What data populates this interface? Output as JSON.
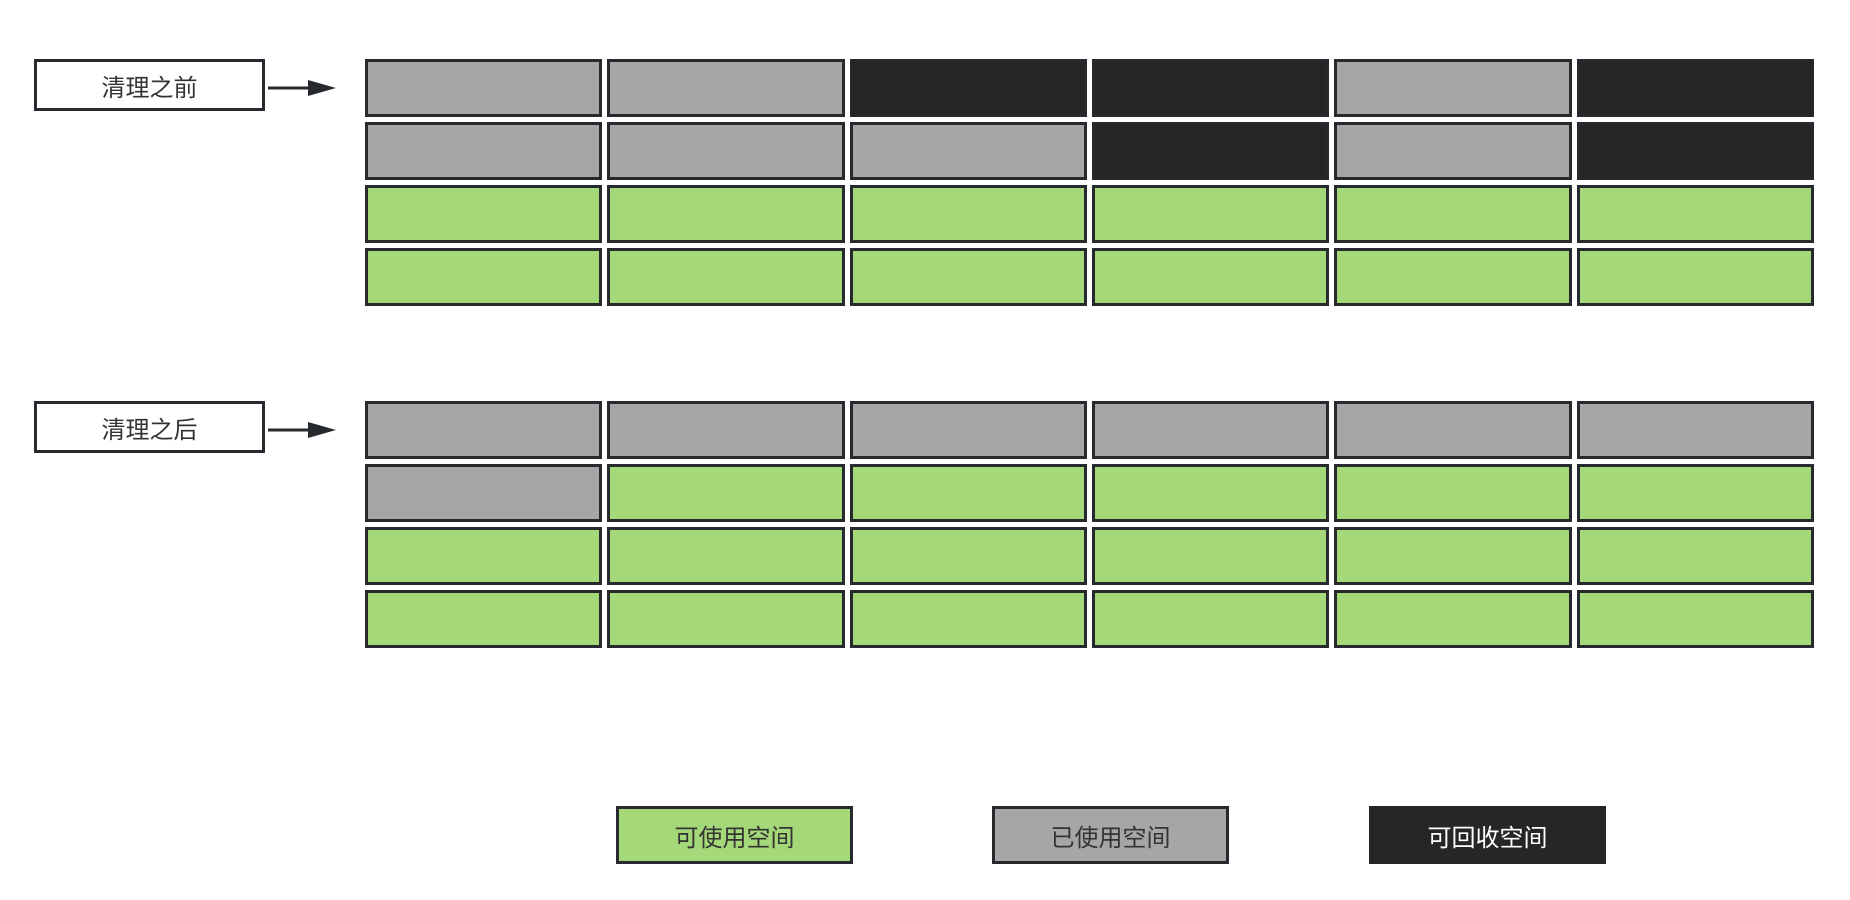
{
  "colors": {
    "free": "#a5d878",
    "used": "#a6a6a6",
    "reclaimable": "#262626",
    "border": "#262a2e"
  },
  "before": {
    "label": "清理之前",
    "rows": [
      [
        "used",
        "used",
        "reclaimable",
        "reclaimable",
        "used",
        "reclaimable"
      ],
      [
        "used",
        "used",
        "used",
        "reclaimable",
        "used",
        "reclaimable"
      ],
      [
        "free",
        "free",
        "free",
        "free",
        "free",
        "free"
      ],
      [
        "free",
        "free",
        "free",
        "free",
        "free",
        "free"
      ]
    ]
  },
  "after": {
    "label": "清理之后",
    "rows": [
      [
        "used",
        "used",
        "used",
        "used",
        "used",
        "used"
      ],
      [
        "used",
        "free",
        "free",
        "free",
        "free",
        "free"
      ],
      [
        "free",
        "free",
        "free",
        "free",
        "free",
        "free"
      ],
      [
        "free",
        "free",
        "free",
        "free",
        "free",
        "free"
      ]
    ]
  },
  "legend": {
    "free": "可使用空间",
    "used": "已使用空间",
    "reclaimable": "可回收空间"
  }
}
